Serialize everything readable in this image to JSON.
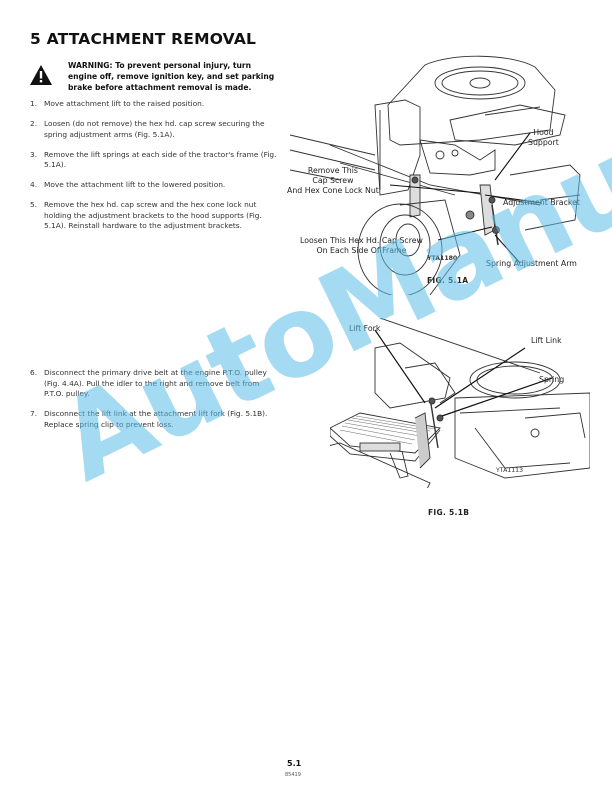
{
  "page": {
    "title": "5 ATTACHMENT REMOVAL",
    "page_number": "5.1",
    "doc_id": "85419"
  },
  "warning": {
    "icon": "warning-triangle-icon",
    "text": "WARNING: To prevent personal injury, turn engine off, remove ignition key, and set parking brake before attachment removal is made."
  },
  "steps_part1": [
    {
      "num": "1.",
      "text": "Move attachment lift to the raised position."
    },
    {
      "num": "2.",
      "text": "Loosen (do not remove) the hex hd. cap screw securing the spring adjustment arms (Fig. 5.1A)."
    },
    {
      "num": "3.",
      "text": "Remove the lift springs at each side of the tractor's frame (Fig. 5.1A)."
    },
    {
      "num": "4.",
      "text": "Move the attachment lift to the lowered position."
    },
    {
      "num": "5.",
      "text": "Remove the hex hd. cap screw and the hex cone lock nut holding the adjustment brackets to the hood supports (Fig. 5.1A). Reinstall hardware to the adjustment brackets."
    }
  ],
  "steps_part2": [
    {
      "num": "6.",
      "text": "Disconnect the primary drive belt at the engine P.T.O. pulley (Fig. 4.4A). Pull the idler to the right and remove belt from P.T.O. pulley."
    },
    {
      "num": "7.",
      "text": "Disconnect the lift link at the attachment lift fork (Fig. 5.1B). Replace spring clip to prevent loss."
    }
  ],
  "figure_a": {
    "caption": "FIG. 5.1A",
    "code": "YTA1180",
    "callouts": {
      "hood_support": "Hood\nSupport",
      "remove_cap_screw": "Remove This\nCap Screw\nAnd Hex Cone Lock Nut",
      "adjustment_bracket": "Adjustment Bracket",
      "loosen_cap_screw": "Loosen This Hex Hd. Cap Screw\nOn Each Side Of Frame",
      "spring_adjustment_arm": "Spring Adjustment Arm"
    }
  },
  "figure_b": {
    "caption": "FIG. 5.1B",
    "code": "YTA1113",
    "callouts": {
      "lift_fork": "Lift Fork",
      "lift_link": "Lift Link",
      "spring": "Spring"
    }
  },
  "watermark": {
    "text": "AutoManual",
    "color": "#5bbfe9"
  }
}
